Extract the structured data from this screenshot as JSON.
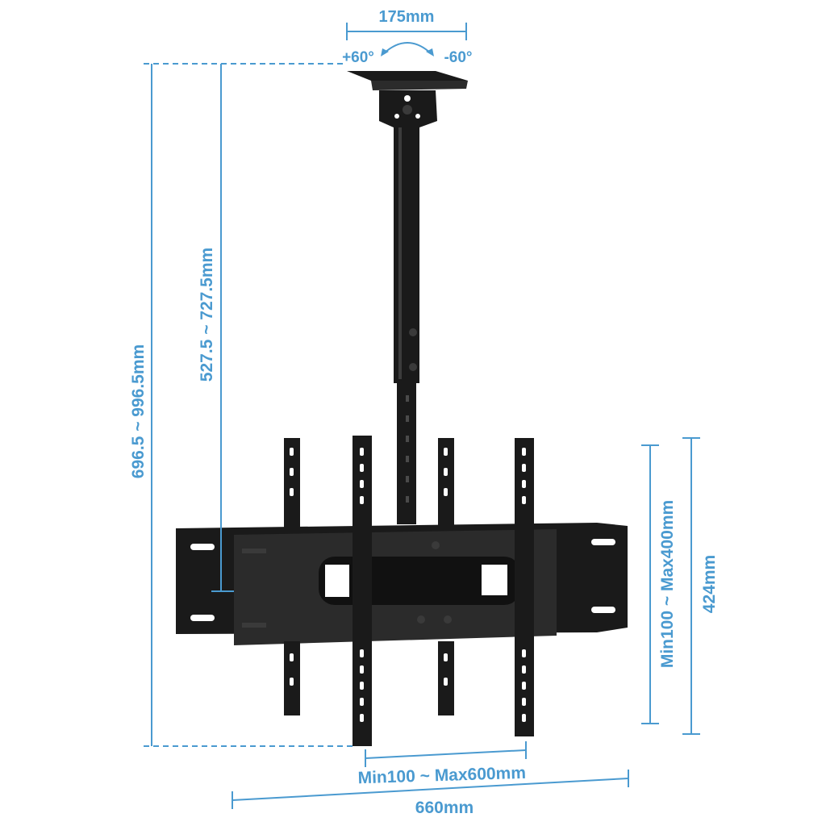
{
  "dimensions": {
    "mount_width": "175mm",
    "tilt_plus": "+60°",
    "tilt_minus": "-60°",
    "total_height": "696.5 ~ 996.5mm",
    "pole_height": "527.5 ~ 727.5mm",
    "vesa_vertical": "Min100 ~ Max400mm",
    "bracket_height": "424mm",
    "vesa_horizontal": "Min100 ~ Max600mm",
    "total_width": "660mm"
  },
  "colors": {
    "dimension": "#4a9ad0",
    "metal": "#1a1a1a"
  }
}
